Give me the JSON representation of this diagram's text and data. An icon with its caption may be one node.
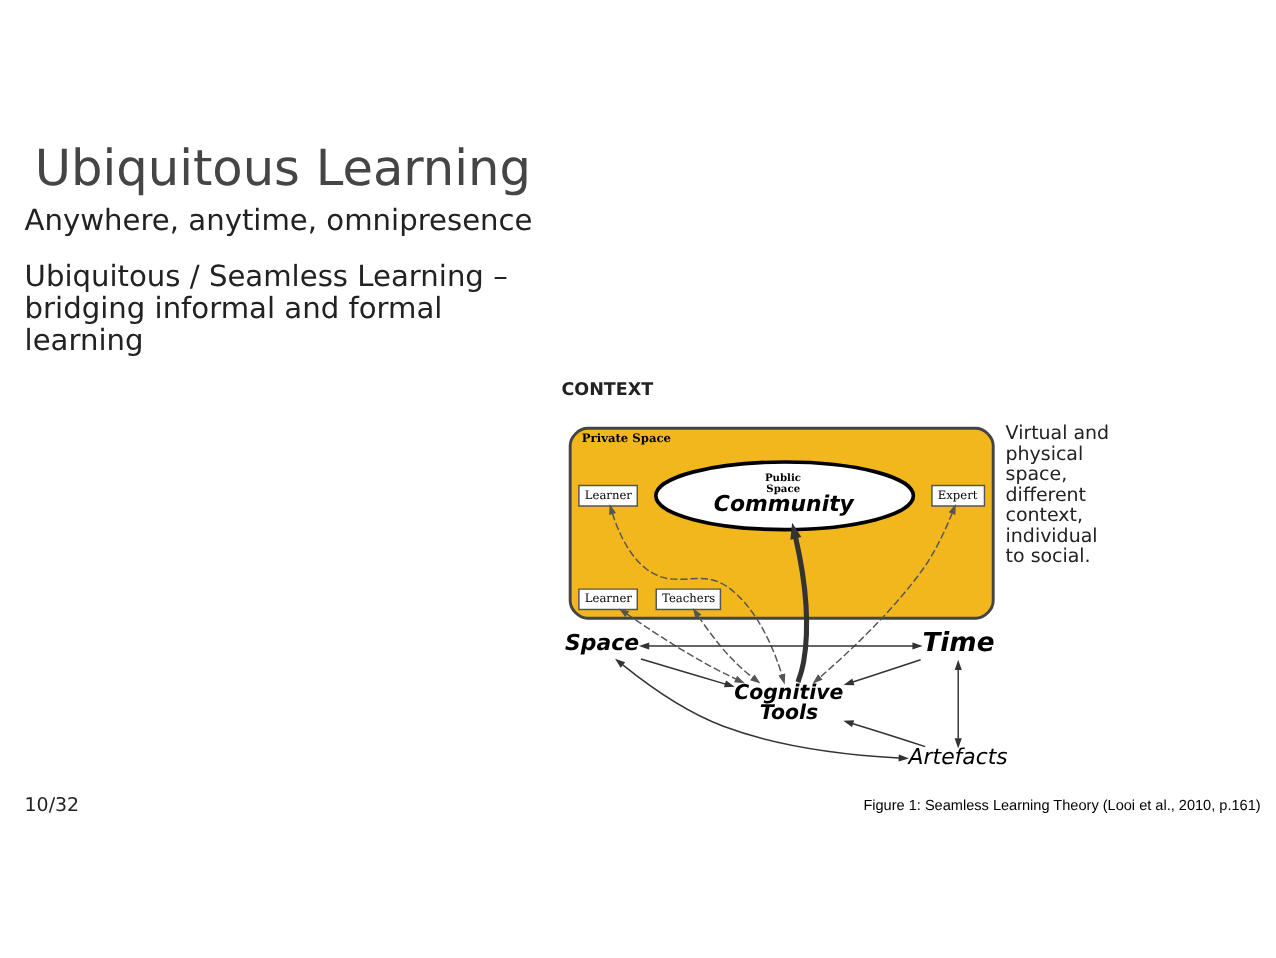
{
  "diagram": {
    "title": "Ubiquitous Learning",
    "caption": "Figure 1: Seamless Learning Theory (Looi et al., 2010, p.161)",
    "nodes": [
      {
        "text": [
          "Private Space"
        ]
      },
      {
        "text": [
          "Public Space",
          "Community"
        ],
        "in": 0
      },
      {
        "text": [
          "Learner"
        ],
        "in": 0
      },
      {
        "text": [
          "Learner"
        ],
        "in": 0
      },
      {
        "text": [
          "Teachers"
        ],
        "in": 0
      },
      {
        "text": [
          "Expert"
        ],
        "in": 0
      },
      {
        "text": [
          "Cognitive Tools"
        ]
      },
      {
        "text": [
          "Time"
        ]
      },
      {
        "text": [
          "Space"
        ]
      },
      {
        "text": [
          "Artefacts"
        ]
      }
    ],
    "edges": [
      {
        "from": 2,
        "to": 6,
        "arrow": "both",
        "style": "dashed"
      },
      {
        "from": 3,
        "to": 6,
        "arrow": "both",
        "style": "dashed"
      },
      {
        "from": 4,
        "to": 6,
        "arrow": "both",
        "style": "dashed"
      },
      {
        "from": 5,
        "to": 6,
        "arrow": "both",
        "style": "dashed"
      },
      {
        "from": 6,
        "to": 1,
        "arrow": "to",
        "style": "thick"
      },
      {
        "from": 8,
        "to": 7,
        "arrow": "both"
      },
      {
        "from": 7,
        "to": 9,
        "arrow": "both"
      },
      {
        "from": 8,
        "to": 9,
        "arrow": "both"
      },
      {
        "from": 8,
        "to": 6,
        "arrow": "to"
      },
      {
        "from": 7,
        "to": 6,
        "arrow": "to"
      },
      {
        "from": 9,
        "to": 6,
        "arrow": "to"
      }
    ],
    "labels": [
      "Anywhere, anytime, omnipresence",
      "Ubiquitous / Seamless Learning – bridging informal and formal learning",
      "CONTEXT",
      "Virtual and physical space, different context, individual to social.",
      "10/32"
    ]
  }
}
